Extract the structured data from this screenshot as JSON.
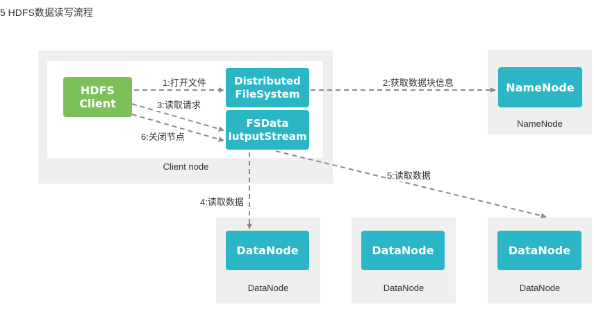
{
  "heading": "5 HDFS数据读写流程",
  "client_node": {
    "caption": "Client node",
    "hdfs_client": "HDFS\nClient",
    "distributed_fs": "Distributed\nFileSystem",
    "fsdata_stream": "FSData\nIutputStream"
  },
  "namenode": {
    "box": "NameNode",
    "caption": "NameNode"
  },
  "datanodes": [
    {
      "box": "DataNode",
      "caption": "DataNode"
    },
    {
      "box": "DataNode",
      "caption": "DataNode"
    },
    {
      "box": "DataNode",
      "caption": "DataNode"
    }
  ],
  "edges": {
    "open_file": "1:打开文件",
    "get_block_info": "2:获取数据块信息",
    "read_request": "3:读取请求",
    "read_data_4": "4:读取数据",
    "read_data_5": "5:读取数据",
    "close_node": "6:关闭节点"
  },
  "colors": {
    "client_box": "#7dc05a",
    "node_box": "#2bb6c6",
    "panel": "#efefef",
    "arrow": "#8a8a8a"
  }
}
